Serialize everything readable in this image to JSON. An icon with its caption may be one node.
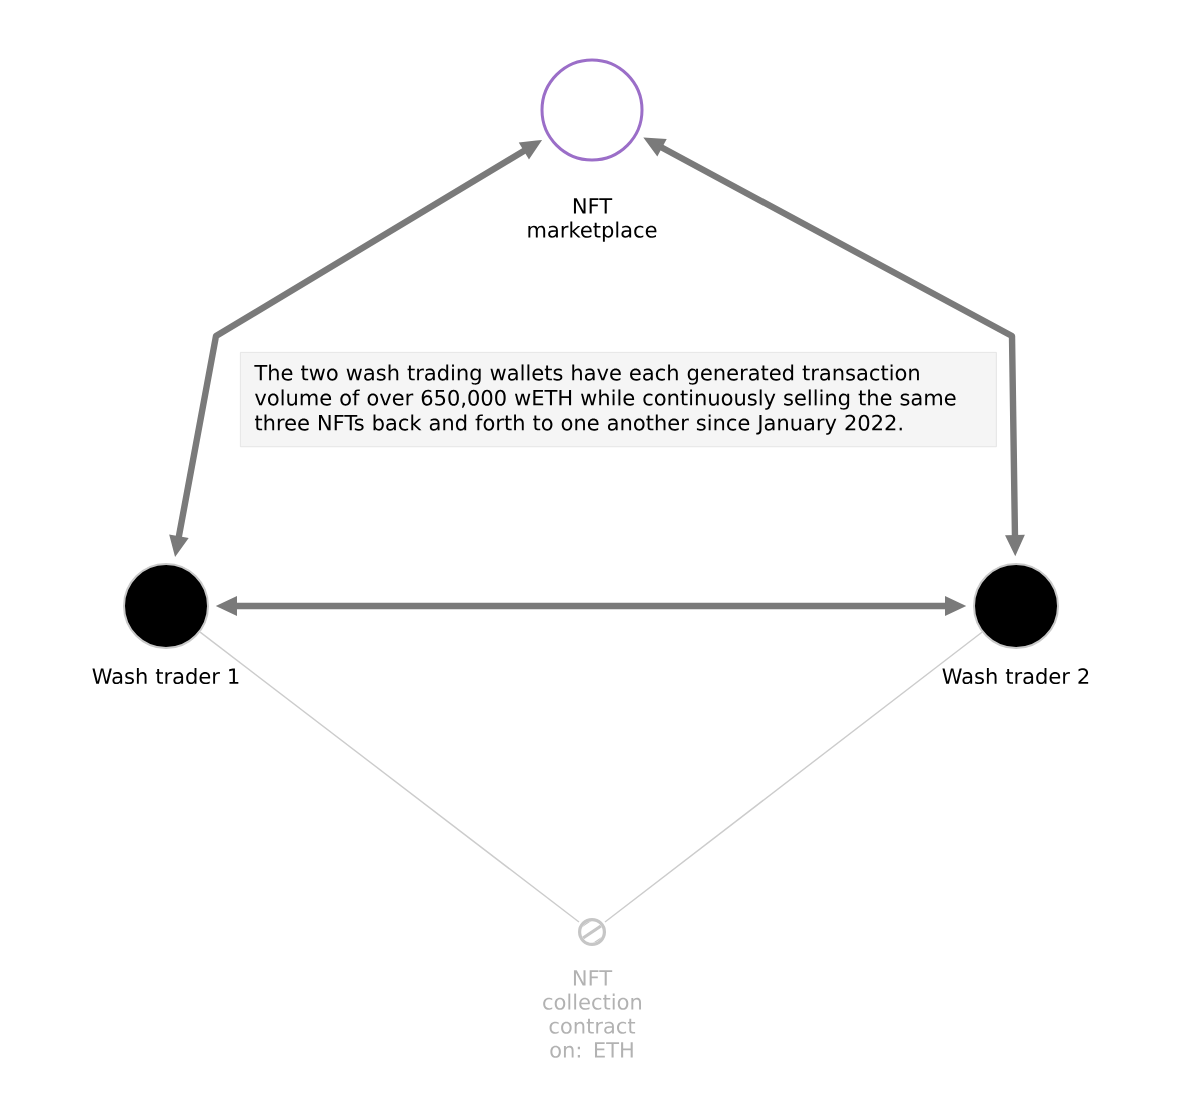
{
  "diagram": {
    "nodes": [
      {
        "text": [],
        "shape": "circle",
        "beside": [
          "NFT marketplace"
        ]
      },
      {
        "text": [],
        "shape": "circle",
        "beside": [
          "Wash trader 1"
        ]
      },
      {
        "text": [],
        "shape": "circle",
        "beside": [
          "Wash trader 2"
        ]
      },
      {
        "text": [],
        "shape": "circle",
        "beside": [
          "NFT collection contract on: ETH"
        ]
      },
      {
        "text": [
          "The two wash trading wallets have each generated transaction volume of over 650,000 wETH while continuously selling the same three NFTs back and forth to one another since January 2022."
        ]
      }
    ],
    "edges": [
      {
        "from": 0,
        "to": 1,
        "arrow": "both"
      },
      {
        "from": 0,
        "to": 2,
        "arrow": "both"
      },
      {
        "from": 1,
        "to": 2,
        "arrow": "both"
      },
      {
        "from": 1,
        "to": 3,
        "arrow": "none",
        "color": "#cccccc"
      },
      {
        "from": 2,
        "to": 3,
        "arrow": "none",
        "color": "#cccccc"
      }
    ]
  }
}
